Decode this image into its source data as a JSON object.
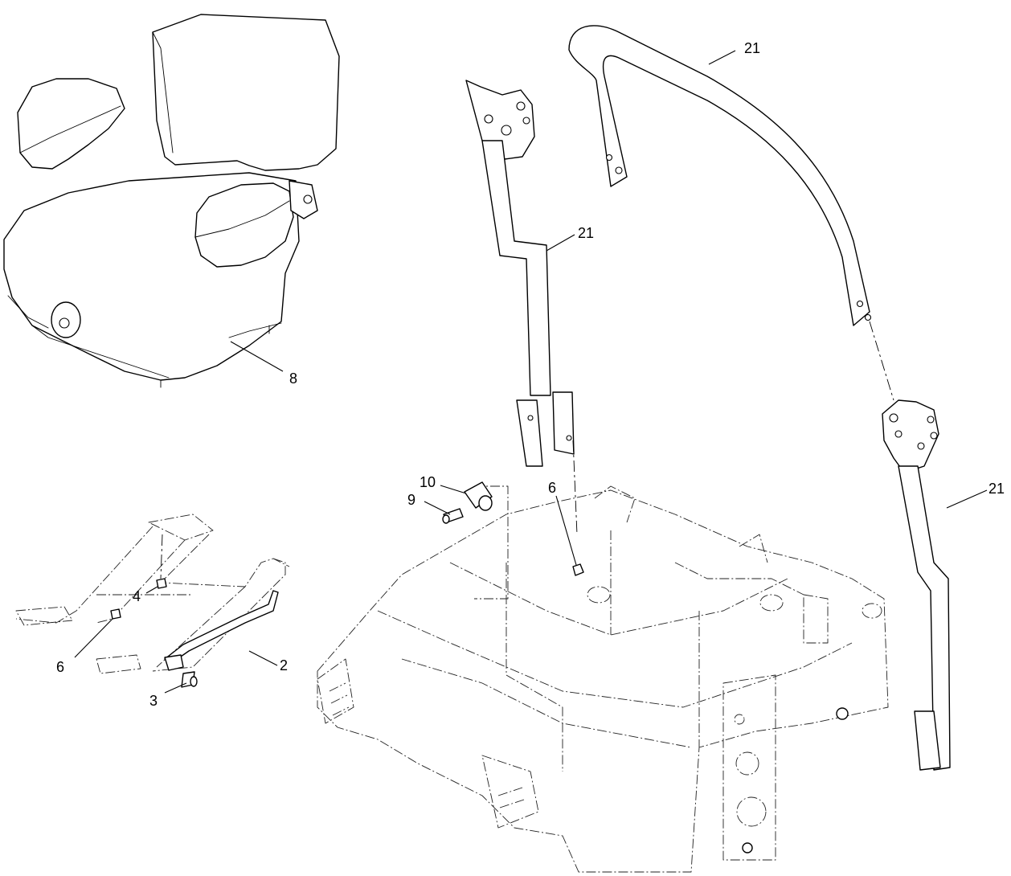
{
  "callouts": {
    "seat": "8",
    "rollbar_hoop": "21",
    "rollbar_left_post": "21",
    "rollbar_right_post": "21",
    "spacer": "10",
    "bolt_spacer": "9",
    "nut_frame": "6",
    "nut_seat_plate": "4",
    "nut_seat_left": "6",
    "rod": "2",
    "bolt_rod": "3"
  }
}
